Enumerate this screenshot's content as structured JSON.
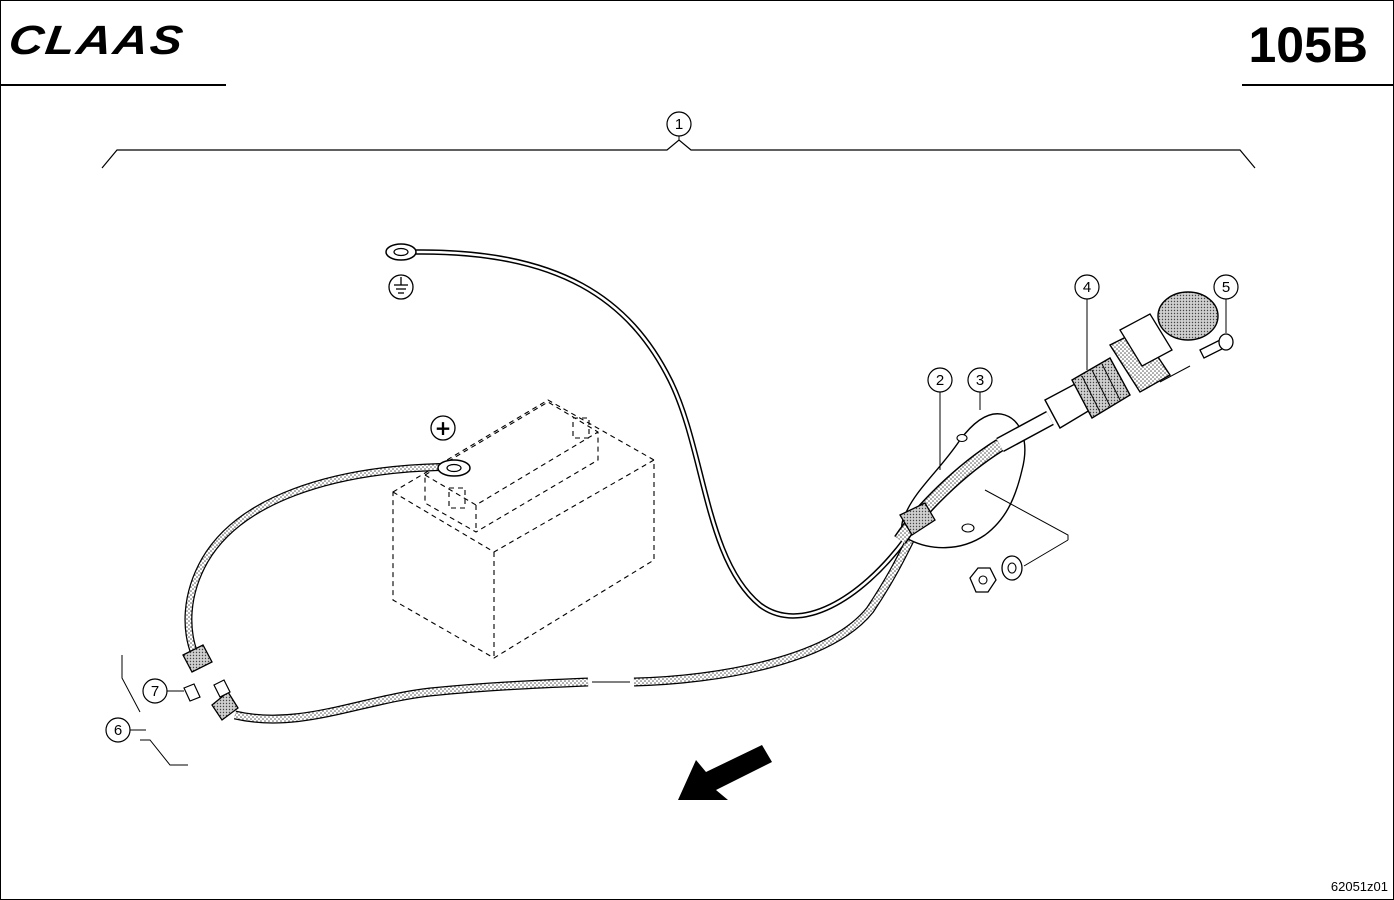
{
  "header": {
    "brand": "CLAAS",
    "page_number": "105B"
  },
  "callouts": {
    "c1": "1",
    "c2": "2",
    "c3": "3",
    "c4": "4",
    "c5": "5",
    "c6": "6",
    "c7": "7"
  },
  "symbols": {
    "positive": "+"
  },
  "footer": {
    "drawing_code": "62051z01"
  }
}
